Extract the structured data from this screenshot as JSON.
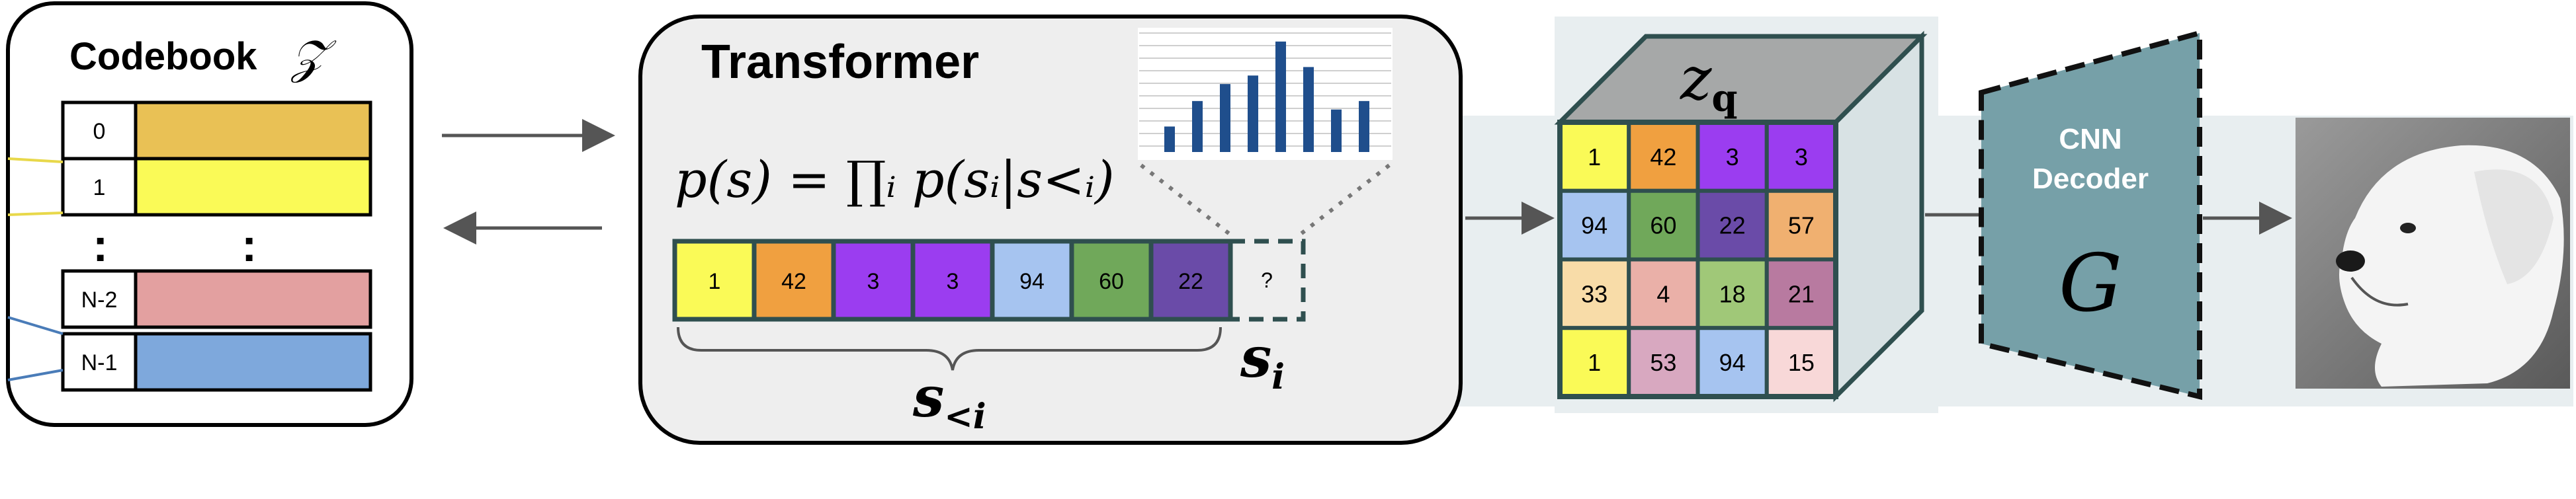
{
  "codebook": {
    "title": "Codebook",
    "symbol": "𝒵",
    "entries": [
      {
        "label": "0",
        "color": "#e9c155"
      },
      {
        "label": "1",
        "color": "#fafa57"
      },
      {
        "label": "N-2",
        "color": "#e3a0a0"
      },
      {
        "label": "N-1",
        "color": "#7ea8dc"
      }
    ],
    "dots": ":"
  },
  "transformer": {
    "title": "Transformer",
    "formula": "p(s) = ∏ᵢ p(sᵢ|s<ᵢ)",
    "histogram_values": [
      3,
      6,
      8,
      9,
      13,
      10,
      5,
      6
    ],
    "sequence": [
      {
        "label": "1",
        "color": "#fafa57"
      },
      {
        "label": "42",
        "color": "#f0a040"
      },
      {
        "label": "3",
        "color": "#9b3df0"
      },
      {
        "label": "3",
        "color": "#9b3df0"
      },
      {
        "label": "94",
        "color": "#a6c4f0"
      },
      {
        "label": "60",
        "color": "#70a85a"
      },
      {
        "label": "22",
        "color": "#6a4ba8"
      }
    ],
    "next_token": "?",
    "s_less_label": "s<i",
    "s_i_label": "si"
  },
  "zq": {
    "label": "zq",
    "grid": [
      [
        {
          "label": "1",
          "color": "#fafa57"
        },
        {
          "label": "42",
          "color": "#f0a040"
        },
        {
          "label": "3",
          "color": "#9b3df0"
        },
        {
          "label": "3",
          "color": "#9b3df0"
        }
      ],
      [
        {
          "label": "94",
          "color": "#a6c4f0"
        },
        {
          "label": "60",
          "color": "#70a85a"
        },
        {
          "label": "22",
          "color": "#6a4ba8"
        },
        {
          "label": "57",
          "color": "#f0b070"
        }
      ],
      [
        {
          "label": "33",
          "color": "#f8dca8"
        },
        {
          "label": "4",
          "color": "#eab0a8"
        },
        {
          "label": "18",
          "color": "#a0c878"
        },
        {
          "label": "21",
          "color": "#b87aa0"
        }
      ],
      [
        {
          "label": "1",
          "color": "#fafa57"
        },
        {
          "label": "53",
          "color": "#d8a8c0"
        },
        {
          "label": "94",
          "color": "#a6c4f0"
        },
        {
          "label": "15",
          "color": "#f8d8d8"
        }
      ]
    ]
  },
  "decoder": {
    "line1": "CNN",
    "line2": "Decoder",
    "symbol": "G",
    "color": "#76a0a8"
  },
  "output_image": {
    "description": "generated image"
  }
}
